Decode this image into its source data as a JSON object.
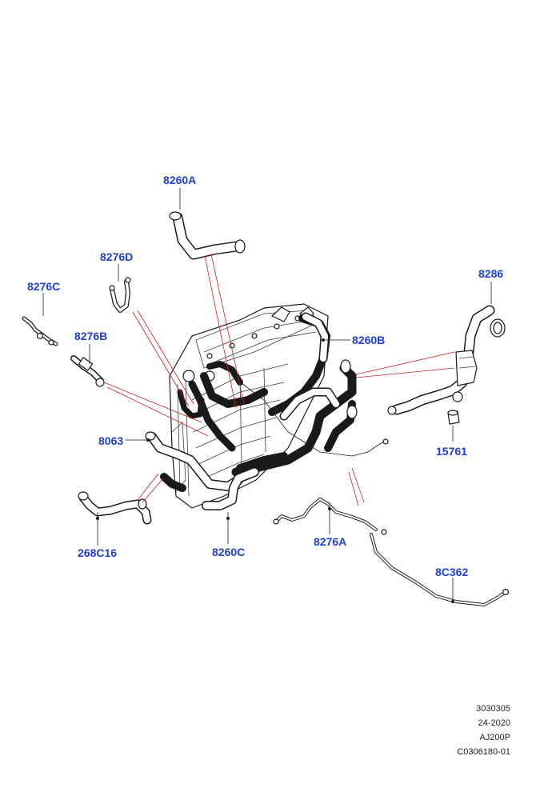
{
  "callouts": {
    "c8260A": "8260A",
    "c8276D": "8276D",
    "c8276C": "8276C",
    "c8276B": "8276B",
    "c8286": "8286",
    "c8260B": "8260B",
    "c8063": "8063",
    "c15761": "15761",
    "c268C16": "268C16",
    "c8260C": "8260C",
    "c8276A": "8276A",
    "c8C362": "8C362"
  },
  "reference": {
    "line1": "3030305",
    "line2": "24-2020",
    "line3": "AJ200P",
    "line4": "C0306180-01"
  },
  "colors": {
    "callout_text": "#1f3fd1",
    "leader_red": "#d42020",
    "line_art": "#1a1a1a"
  }
}
